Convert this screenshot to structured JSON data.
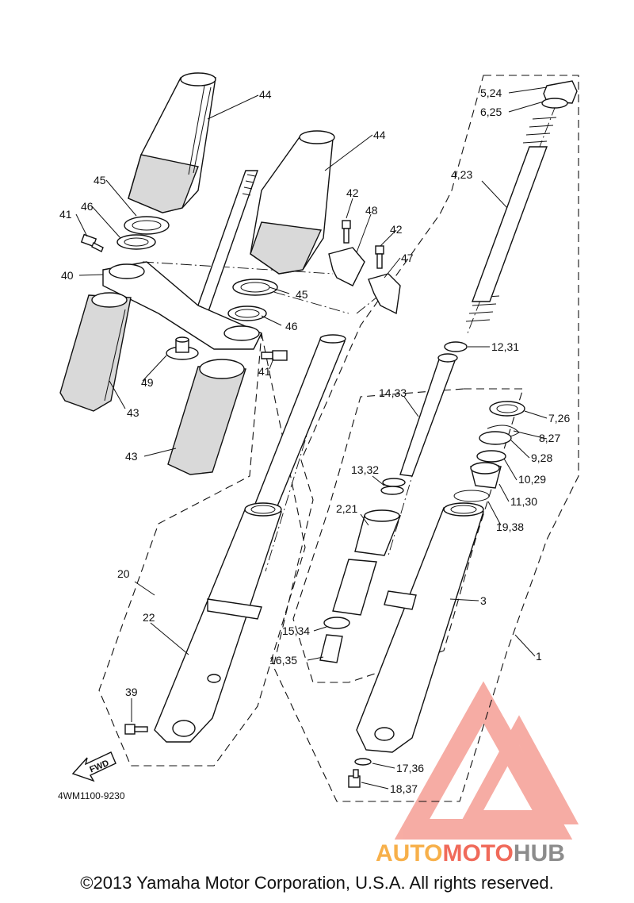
{
  "callouts": [
    {
      "id": "c44a",
      "text": "44"
    },
    {
      "id": "c44b",
      "text": "44"
    },
    {
      "id": "c45a",
      "text": "45"
    },
    {
      "id": "c45b",
      "text": "45"
    },
    {
      "id": "c46a",
      "text": "46"
    },
    {
      "id": "c46b",
      "text": "46"
    },
    {
      "id": "c41a",
      "text": "41"
    },
    {
      "id": "c41b",
      "text": "41"
    },
    {
      "id": "c40",
      "text": "40"
    },
    {
      "id": "c42a",
      "text": "42"
    },
    {
      "id": "c42b",
      "text": "42"
    },
    {
      "id": "c48",
      "text": "48"
    },
    {
      "id": "c47",
      "text": "47"
    },
    {
      "id": "c49",
      "text": "49"
    },
    {
      "id": "c43a",
      "text": "43"
    },
    {
      "id": "c43b",
      "text": "43"
    },
    {
      "id": "c524",
      "text": "5,24"
    },
    {
      "id": "c625",
      "text": "6,25"
    },
    {
      "id": "c423",
      "text": "4,23"
    },
    {
      "id": "c1231",
      "text": "12,31"
    },
    {
      "id": "c1433",
      "text": "14,33"
    },
    {
      "id": "c726",
      "text": "7,26"
    },
    {
      "id": "c827",
      "text": "8,27"
    },
    {
      "id": "c928",
      "text": "9,28"
    },
    {
      "id": "c1029",
      "text": "10,29"
    },
    {
      "id": "c1130",
      "text": "11,30"
    },
    {
      "id": "c1332",
      "text": "13,32"
    },
    {
      "id": "c221",
      "text": "2,21"
    },
    {
      "id": "c1938",
      "text": "19,38"
    },
    {
      "id": "c3",
      "text": "3"
    },
    {
      "id": "c20",
      "text": "20"
    },
    {
      "id": "c22",
      "text": "22"
    },
    {
      "id": "c1534",
      "text": "15,34"
    },
    {
      "id": "c1635",
      "text": "16,35"
    },
    {
      "id": "c1",
      "text": "1"
    },
    {
      "id": "c39",
      "text": "39"
    },
    {
      "id": "c1736",
      "text": "17,36"
    },
    {
      "id": "c1837",
      "text": "18,37"
    }
  ],
  "fwd_label": "FWD",
  "diagram_code": "4WM1100-9230",
  "watermark": {
    "part1": "AUTO",
    "part2": "MOTO",
    "part3": "HUB"
  },
  "copyright": "©2013 Yamaha Motor Corporation, U.S.A. All rights reserved.",
  "colors": {
    "watermark_red": "#f06a5a",
    "watermark_orange": "#f7b04a",
    "watermark_grey": "#8c8c8c",
    "line": "#111111"
  }
}
